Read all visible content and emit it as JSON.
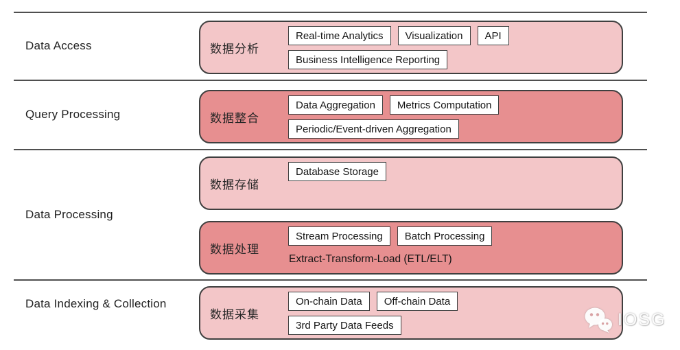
{
  "palette": {
    "background": "#ffffff",
    "light_pink": "#f3c6c8",
    "dark_pink": "#e78f90",
    "box_border": "#3f3f3f",
    "divider_line": "#4f4f4f",
    "chip_background": "#ffffff",
    "text": "#1d1d1d",
    "watermark_text_color": "#fbfbfb"
  },
  "layers": [
    {
      "label": "Data Access"
    },
    {
      "label": "Query Processing"
    },
    {
      "label": "Data Processing"
    },
    {
      "label": "Data Indexing & Collection"
    }
  ],
  "groups": [
    {
      "cn_label": "数据分析",
      "tone": "light",
      "rows": [
        [
          "Real-time Analytics",
          "Visualization",
          "API"
        ],
        [
          "Business Intelligence Reporting"
        ]
      ]
    },
    {
      "cn_label": "数据整合",
      "tone": "dark",
      "rows": [
        [
          "Data Aggregation",
          "Metrics Computation"
        ],
        [
          "Periodic/Event-driven Aggregation"
        ]
      ]
    },
    {
      "cn_label": "数据存储",
      "tone": "light",
      "rows": [
        [
          "Database Storage"
        ]
      ]
    },
    {
      "cn_label": "数据处理",
      "tone": "dark",
      "rows": [
        [
          "Stream Processing",
          "Batch Processing"
        ]
      ],
      "note": "Extract-Transform-Load (ETL/ELT)"
    },
    {
      "cn_label": "数据采集",
      "tone": "light",
      "rows": [
        [
          "On-chain Data",
          "Off-chain Data"
        ],
        [
          "3rd Party Data Feeds"
        ]
      ]
    }
  ],
  "watermark": {
    "icon": "wechat-icon",
    "text": "IOSG"
  }
}
